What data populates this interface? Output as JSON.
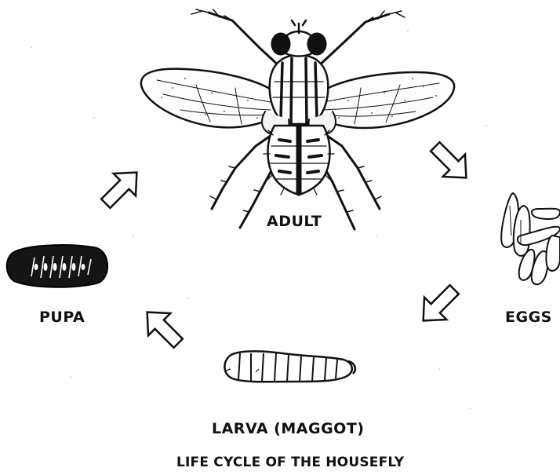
{
  "diagram": {
    "stages": {
      "adult": "ADULT",
      "eggs": "EGGS",
      "larva": "LARVA (MAGGOT)",
      "pupa": "PUPA"
    },
    "caption": "LIFE CYCLE OF THE HOUSEFLY"
  }
}
